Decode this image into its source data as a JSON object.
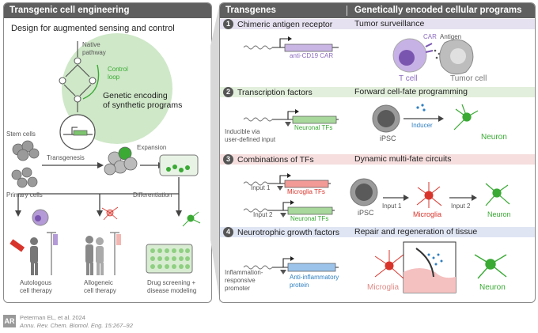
{
  "left_panel": {
    "title": "Transgenic cell engineering",
    "subtitle": "Design for augmented sensing and control",
    "circle": {
      "native_pathway": "Native\npathway",
      "control_loop": "Control\nloop",
      "genetic_encoding": "Genetic encoding\nof synthetic programs"
    },
    "labels": {
      "stem_cells": "Stem cells",
      "primary_cells": "Primary cells",
      "transgenesis": "Transgenesis",
      "expansion": "Expansion",
      "differentiation": "Differentiation",
      "autologous": "Autologous\ncell therapy",
      "allogeneic": "Allogeneic\ncell therapy",
      "drug_screening": "Drug screening +\ndisease modeling"
    }
  },
  "right_panel": {
    "col1_title": "Transgenes",
    "col2_title": "Genetically encoded cellular programs",
    "rows": [
      {
        "num": "1",
        "left": "Chimeric antigen receptor",
        "right": "Tumor surveillance",
        "band": "#e6e1f0"
      },
      {
        "num": "2",
        "left": "Transcription factors",
        "right": "Forward cell-fate programming",
        "band": "#e2efdc"
      },
      {
        "num": "3",
        "left": "Combinations of TFs",
        "right": "Dynamic multi-fate circuits",
        "band": "#f6dede"
      },
      {
        "num": "4",
        "left": "Neurotrophic growth factors",
        "right": "Repair and regeneration of tissue",
        "band": "#dfe5f3"
      }
    ],
    "row1": {
      "gene": "anti-CD19 CAR",
      "car": "CAR",
      "antigen": "Antigen",
      "tcell": "T cell",
      "tumor": "Tumor cell"
    },
    "row2": {
      "gene": "Neuronal TFs",
      "inducible": "Inducible via\nuser-defined input",
      "ipsc": "iPSC",
      "inducer": "Inducer",
      "neuron": "Neuron"
    },
    "row3": {
      "input1": "Input 1",
      "input2": "Input 2",
      "gene1": "Microglia TFs",
      "gene2": "Neuronal TFs",
      "ipsc": "iPSC",
      "arrow1": "Input 1",
      "microglia": "Microglia",
      "arrow2": "Input 2",
      "neuron": "Neuron"
    },
    "row4": {
      "promoter": "Inflammation-\nresponsive\npromoter",
      "gene": "Anti-inflammatory\nprotein",
      "microglia": "Microglia",
      "neuron": "Neuron"
    }
  },
  "citation": {
    "line1": "Peterman EL, et al. 2024",
    "line2": "Annu. Rev. Chem. Biomol. Eng. 15:267–92"
  },
  "colors": {
    "header": "#5f5f5f",
    "green": "#3aaa35",
    "purple": "#8c6cc0",
    "red": "#d9342b",
    "blue": "#2f7fc1"
  }
}
